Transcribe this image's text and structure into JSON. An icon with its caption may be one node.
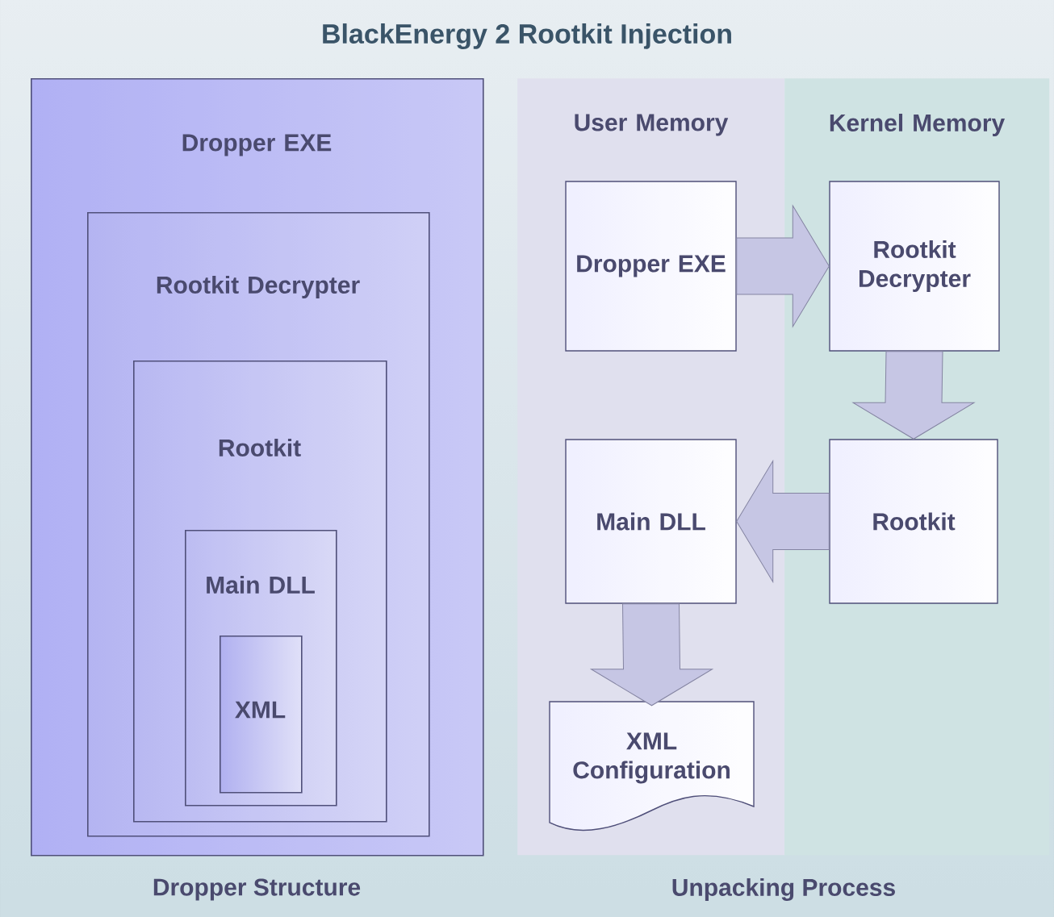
{
  "diagram": {
    "title": "BlackEnergy 2 Rootkit Injection",
    "nodes": [
      {
        "text": [
          "Dropper EXE"
        ],
        "beside": [
          "Dropper Structure"
        ]
      },
      {
        "text": [
          "Rootkit Decrypter"
        ],
        "in": 0
      },
      {
        "text": [
          "Rootkit"
        ],
        "in": 1
      },
      {
        "text": [
          "Main DLL"
        ],
        "in": 2
      },
      {
        "text": [
          "XML"
        ],
        "in": 3
      },
      {
        "text": [
          "User Memory"
        ]
      },
      {
        "text": [
          "Kernel Memory"
        ]
      },
      {
        "text": [
          "Dropper EXE"
        ],
        "in": 5
      },
      {
        "text": [
          "Rootkit Decrypter"
        ],
        "in": 6
      },
      {
        "text": [
          "Rootkit"
        ],
        "in": 6
      },
      {
        "text": [
          "Main DLL"
        ],
        "in": 5
      },
      {
        "text": [
          "XML Configuration"
        ],
        "in": 5
      }
    ],
    "edges": [
      {
        "from": 7,
        "to": 8,
        "arrow": "to"
      },
      {
        "from": 8,
        "to": 9,
        "arrow": "to"
      },
      {
        "from": 9,
        "to": 10,
        "arrow": "to"
      },
      {
        "from": 10,
        "to": 11,
        "arrow": "to"
      }
    ],
    "labels": [
      "Unpacking Process"
    ]
  }
}
